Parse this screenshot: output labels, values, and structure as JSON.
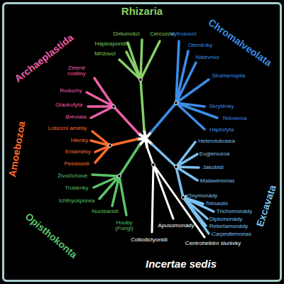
{
  "diagram": {
    "labels": [
      "Rhizaria",
      "Dirkonošci",
      "Cercozoa",
      "Haplosporidie",
      "Mřížovci",
      "Archaeplastida",
      "Zelené rostliny",
      "Ruduchy",
      "Glaukofyta",
      "Breviata",
      "Amoebozoa",
      "Lobózní améby",
      "Hlenky",
      "Entaméby",
      "Pelobionti",
      "Opisthokonta",
      "Živočichové",
      "Trubénky",
      "Ichthyosporea",
      "Nucleariidi",
      "Houby (Fungi)",
      "Incertae sedis",
      "Collodictyonidi",
      "Apusomonády",
      "Centrohelidní slunivky",
      "Chromalveolata",
      "Výtrusovci",
      "Obrněnky",
      "Nálevníci",
      "Stramenopila",
      "Skrytěnky",
      "Telonema",
      "Haptofyta",
      "Excavata",
      "Heterolobosea",
      "Euglenozoa",
      "Jakobidi",
      "Malawimonas",
      "Oxymonády",
      "Trimastix",
      "Trichomonády",
      "Diplomonády",
      "Retortamonády",
      "Carpediemonas"
    ]
  }
}
